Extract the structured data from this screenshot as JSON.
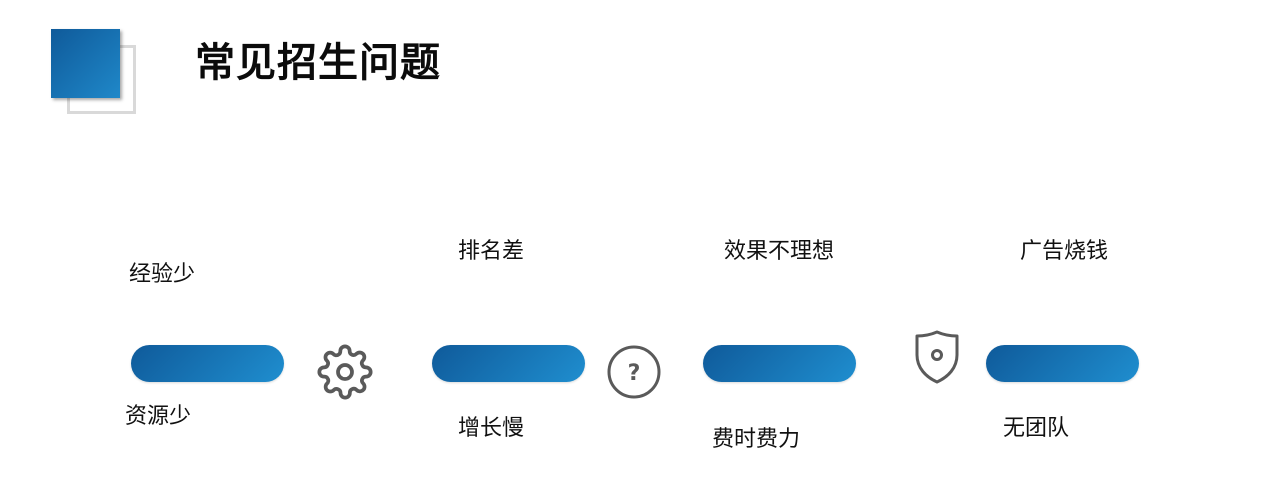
{
  "header": {
    "title": "常见招生问题"
  },
  "items": [
    {
      "top_label": "经验少",
      "bottom_label": "资源少"
    },
    {
      "top_label": "排名差",
      "bottom_label": "增长慢"
    },
    {
      "top_label": "效果不理想",
      "bottom_label": "费时费力"
    },
    {
      "top_label": "广告烧钱",
      "bottom_label": "无团队"
    }
  ],
  "icons": [
    "gear-icon",
    "question-icon",
    "shield-icon"
  ],
  "colors": {
    "accent_dark": "#0f5a9a",
    "accent_light": "#1f8ecf",
    "icon_gray": "#5a5a5a",
    "shadow_border": "#d9d9d9"
  }
}
